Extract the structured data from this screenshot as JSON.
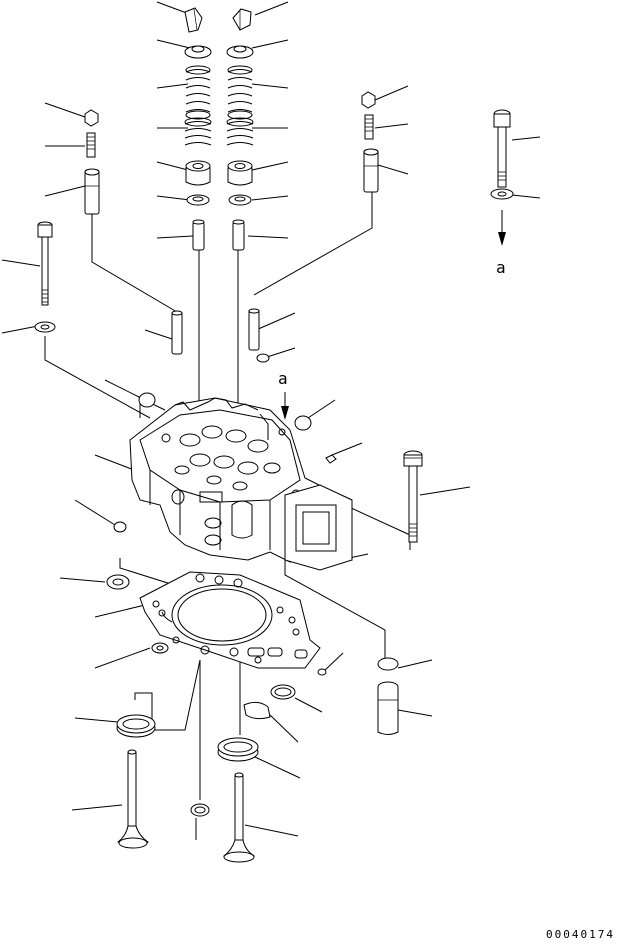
{
  "labels": {
    "view_a_upper": "a",
    "view_a_lower": "a"
  },
  "drawing_code": "00040174"
}
